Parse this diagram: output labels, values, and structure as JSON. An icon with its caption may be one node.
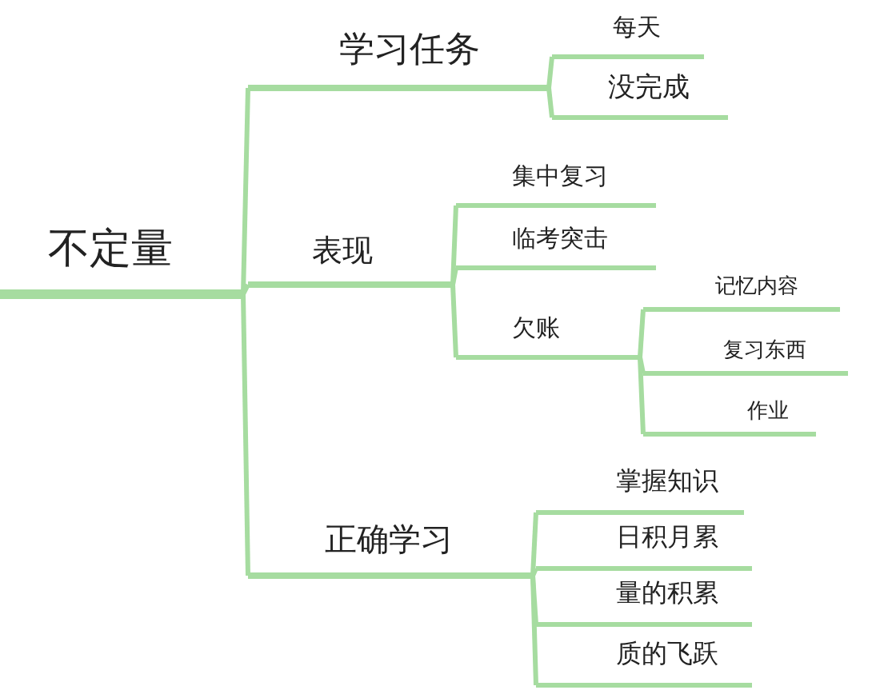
{
  "diagram": {
    "nodes": [
      {
        "text": [
          "不定量"
        ]
      },
      {
        "text": [
          "学习任务"
        ]
      },
      {
        "text": [
          "每天"
        ]
      },
      {
        "text": [
          "没完成"
        ]
      },
      {
        "text": [
          "表现"
        ]
      },
      {
        "text": [
          "集中复习"
        ]
      },
      {
        "text": [
          "临考突击"
        ]
      },
      {
        "text": [
          "欠账"
        ]
      },
      {
        "text": [
          "记忆内容"
        ]
      },
      {
        "text": [
          "复习东西"
        ]
      },
      {
        "text": [
          "作业"
        ]
      },
      {
        "text": [
          "正确学习"
        ]
      },
      {
        "text": [
          "掌握知识"
        ]
      },
      {
        "text": [
          "日积月累"
        ]
      },
      {
        "text": [
          "量的积累"
        ]
      },
      {
        "text": [
          "质的飞跃"
        ]
      }
    ],
    "edges": [
      {
        "from": 0,
        "to": 1,
        "arrow": "none"
      },
      {
        "from": 1,
        "to": 2,
        "arrow": "none"
      },
      {
        "from": 1,
        "to": 3,
        "arrow": "none"
      },
      {
        "from": 0,
        "to": 4,
        "arrow": "none"
      },
      {
        "from": 4,
        "to": 5,
        "arrow": "none"
      },
      {
        "from": 4,
        "to": 6,
        "arrow": "none"
      },
      {
        "from": 4,
        "to": 7,
        "arrow": "none"
      },
      {
        "from": 7,
        "to": 8,
        "arrow": "none"
      },
      {
        "from": 7,
        "to": 9,
        "arrow": "none"
      },
      {
        "from": 7,
        "to": 10,
        "arrow": "none"
      },
      {
        "from": 0,
        "to": 11,
        "arrow": "none"
      },
      {
        "from": 11,
        "to": 12,
        "arrow": "none"
      },
      {
        "from": 11,
        "to": 13,
        "arrow": "none"
      },
      {
        "from": 11,
        "to": 14,
        "arrow": "none"
      },
      {
        "from": 11,
        "to": 15,
        "arrow": "none"
      }
    ]
  }
}
